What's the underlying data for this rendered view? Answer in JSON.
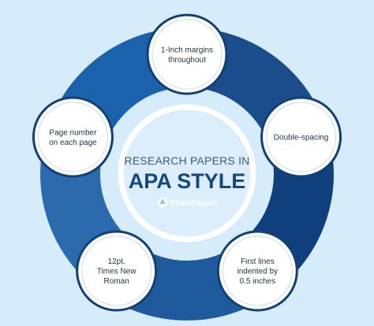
{
  "center": {
    "title_line1": "RESEARCH PAPERS IN",
    "title_line2": "APA STYLE",
    "brand": "SharkPapers",
    "brand_icon": "shark-icon"
  },
  "nodes": [
    {
      "id": "margins",
      "lines": [
        "1-Inch margins",
        "throughout"
      ]
    },
    {
      "id": "double-spacing",
      "lines": [
        "Double-spacing"
      ]
    },
    {
      "id": "indent",
      "lines": [
        "First lines",
        "indented by",
        "0.5 inches"
      ]
    },
    {
      "id": "font",
      "lines": [
        "12pt.",
        "Times New",
        "Roman"
      ]
    },
    {
      "id": "page-number",
      "lines": [
        "Page number",
        "on each page"
      ]
    }
  ],
  "colors": {
    "background": "#d6ecfb",
    "segments": [
      "#1b4c8c",
      "#0f3f7d",
      "#1f5a9c",
      "#2a6aad",
      "#1a63ac"
    ],
    "node_fill": "#ffffff",
    "center_fill": "#dceefb",
    "title_dark": "#16477e"
  }
}
